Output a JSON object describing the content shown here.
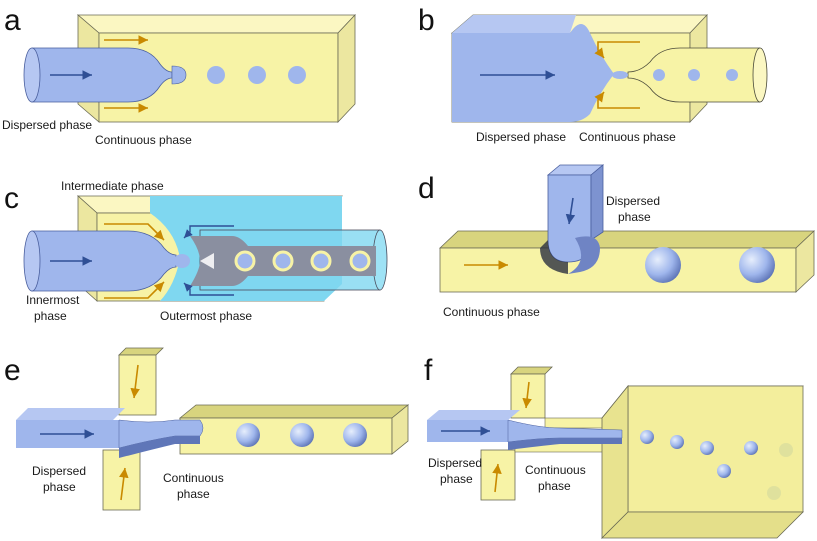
{
  "panels": {
    "a": {
      "letter": "a",
      "labels": {
        "dispersed": "Dispersed phase",
        "continuous": "Continuous phase"
      }
    },
    "b": {
      "letter": "b",
      "labels": {
        "dispersed": "Dispersed phase",
        "continuous": "Continuous phase"
      }
    },
    "c": {
      "letter": "c",
      "labels": {
        "intermediate": "Intermediate phase",
        "innermost_1": "Innermost",
        "innermost_2": "phase",
        "outermost": "Outermost phase"
      }
    },
    "d": {
      "letter": "d",
      "labels": {
        "dispersed_1": "Dispersed",
        "dispersed_2": "phase",
        "continuous": "Continuous phase"
      }
    },
    "e": {
      "letter": "e",
      "labels": {
        "dispersed_1": "Dispersed",
        "dispersed_2": "phase",
        "continuous_1": "Continuous",
        "continuous_2": "phase"
      }
    },
    "f": {
      "letter": "f",
      "labels": {
        "dispersed_1": "Dispersed",
        "dispersed_2": "phase",
        "continuous_1": "Continuous",
        "continuous_2": "phase"
      }
    }
  },
  "colors": {
    "continuous_fill": "#f7f3a6",
    "continuous_edge": "#9b9a5e",
    "dispersed_fill": "#9fb6ec",
    "dispersed_dark": "#5f76b8",
    "intermediate_fill": "#7fd7f0",
    "outermost_fill": "#8a8fa0",
    "arrow_orange": "#c98a00",
    "arrow_blue": "#2f4f95"
  }
}
